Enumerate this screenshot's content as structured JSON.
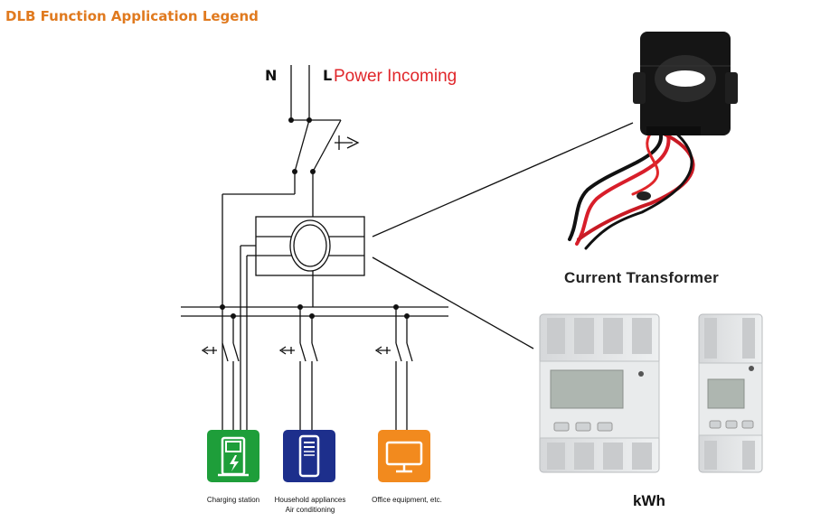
{
  "title": "DLB Function Application Legend",
  "diagram": {
    "neutral_label": "N",
    "line_label": "L",
    "power_label": "Power Incoming",
    "ct_label": "Current Transformer",
    "meter_label": "kWh",
    "loads": [
      {
        "caption_lines": [
          "Charging station"
        ],
        "color": "#1e9e3a",
        "icon": "charging-station-icon"
      },
      {
        "caption_lines": [
          "Household appliances",
          "Air conditioning"
        ],
        "color": "#1d2f8c",
        "icon": "appliance-icon"
      },
      {
        "caption_lines": [
          "Office equipment, etc."
        ],
        "color": "#f28a1e",
        "icon": "monitor-icon"
      }
    ],
    "colors": {
      "title": "#e07a1f",
      "power_label": "#e0262a",
      "wire": "#111111"
    }
  }
}
